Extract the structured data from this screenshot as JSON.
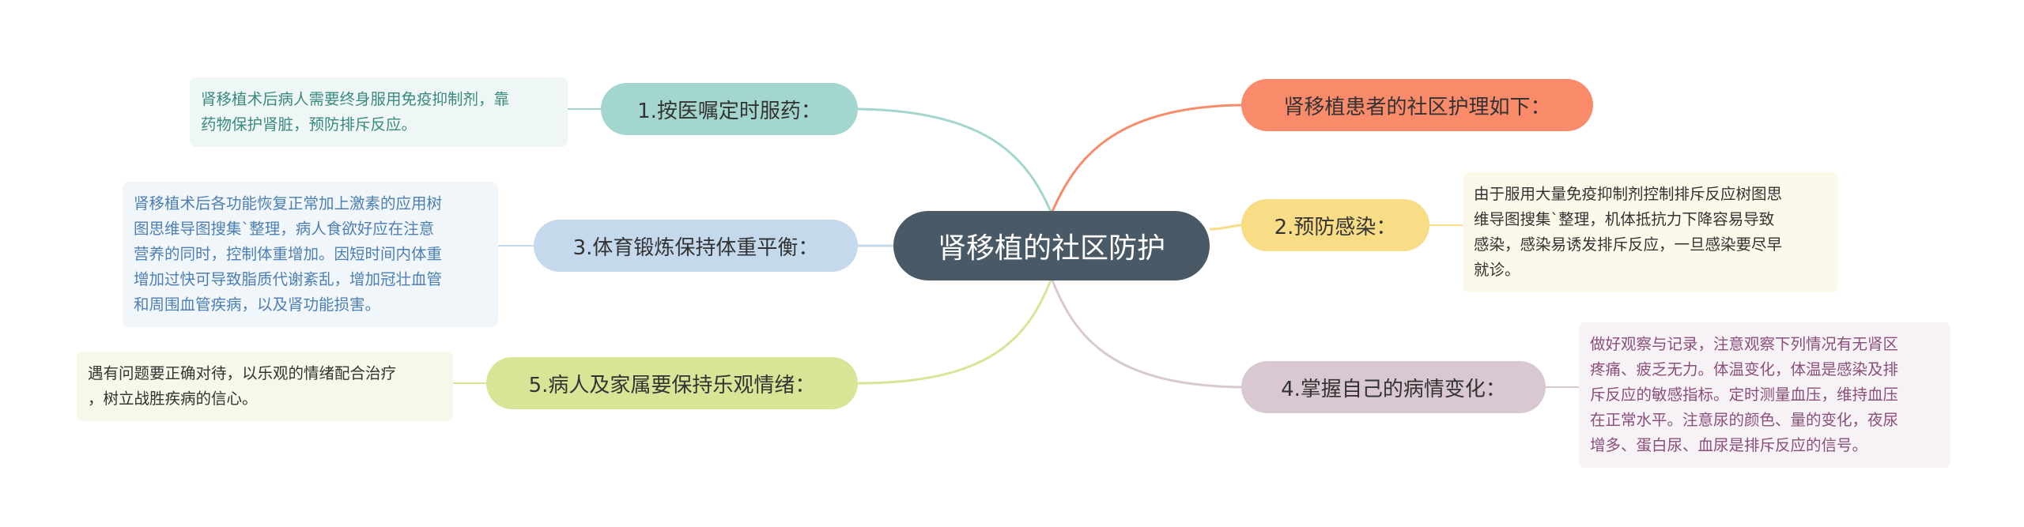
{
  "center": {
    "title": "肾移植的社区防护"
  },
  "branches": {
    "b1": {
      "label": "1.按医嘱定时服药：",
      "note": "肾移植术后病人需要终身服用免疫抑制剂，靠\n药物保护肾脏，预防排斥反应。",
      "color": "#a3d6ce",
      "note_bg": "#eef7f5",
      "note_color": "#3a8a80"
    },
    "b3": {
      "label": "3.体育锻炼保持体重平衡：",
      "note": "肾移植术后各功能恢复正常加上激素的应用树\n图思维导图搜集`整理，病人食欲好应在注意\n营养的同时，控制体重增加。因短时间内体重\n增加过快可导致脂质代谢紊乱，增加冠壮血管\n和周围血管疾病，以及肾功能损害。",
      "color": "#c5d9ec",
      "note_bg": "#f1f6fb",
      "note_color": "#4d7fb3"
    },
    "b5": {
      "label": "5.病人及家属要保持乐观情绪：",
      "note": "遇有问题要正确对待，以乐观的情绪配合治疗\n，树立战胜疾病的信心。",
      "color": "#d7e597",
      "note_bg": "#f6f8ea",
      "note_color": "#333333"
    },
    "bintro": {
      "label": "肾移植患者的社区护理如下：",
      "color": "#f98a6a"
    },
    "b2": {
      "label": "2.预防感染：",
      "note": "由于服用大量免疫抑制剂控制排斥反应树图思\n维导图搜集`整理，机体抵抗力下降容易导致\n感染，感染易诱发排斥反应，一旦感染要尽早\n就诊。",
      "color": "#f8dc86",
      "note_bg": "#fdf9ea",
      "note_color": "#333333"
    },
    "b4": {
      "label": "4.掌握自己的病情变化：",
      "note": "做好观察与记录，注意观察下列情况有无肾区\n疼痛、疲乏无力。体温变化，体温是感染及排\n斥反应的敏感指标。定时测量血压，维持血压\n在正常水平。注意尿的颜色、量的变化，夜尿\n增多、蛋白尿、血尿是排斥反应的信号。",
      "color": "#d9c8d1",
      "note_bg": "#f7f2f5",
      "note_color": "#8a4f7a"
    }
  }
}
